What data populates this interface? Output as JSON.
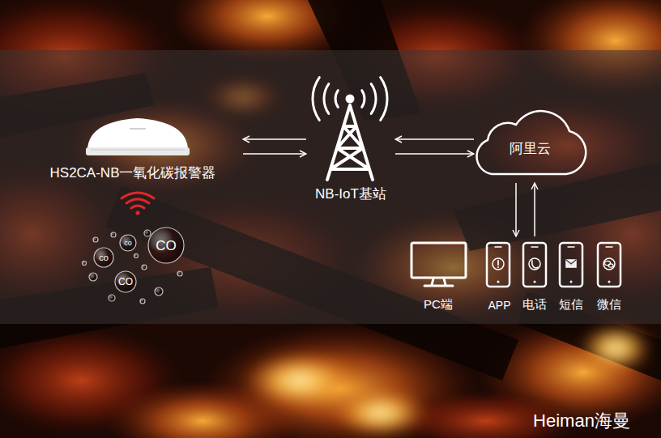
{
  "diagram": {
    "nodes": [
      {
        "text": [
          "HS2CA-NB一氧化碳报警器"
        ]
      },
      {
        "text": [
          "NB-IoT基站"
        ]
      },
      {
        "text": [
          "阿里云"
        ]
      },
      {
        "text": [
          "PC端"
        ]
      },
      {
        "text": [
          "APP"
        ]
      },
      {
        "text": [
          "电话"
        ]
      },
      {
        "text": [
          "短信"
        ]
      },
      {
        "text": [
          "微信"
        ]
      }
    ],
    "edges": [
      {
        "from": 1,
        "to": 0,
        "arrow": "to"
      },
      {
        "from": 0,
        "to": 1,
        "arrow": "to"
      },
      {
        "from": 2,
        "to": 1,
        "arrow": "to"
      },
      {
        "from": 1,
        "to": 2,
        "arrow": "to"
      },
      {
        "from": 2,
        "to": 4,
        "arrow": "to"
      },
      {
        "from": 5,
        "to": 2,
        "arrow": "to"
      }
    ],
    "labels": [
      "co",
      "CO",
      "co",
      "CO",
      "Heiman海曼"
    ]
  }
}
